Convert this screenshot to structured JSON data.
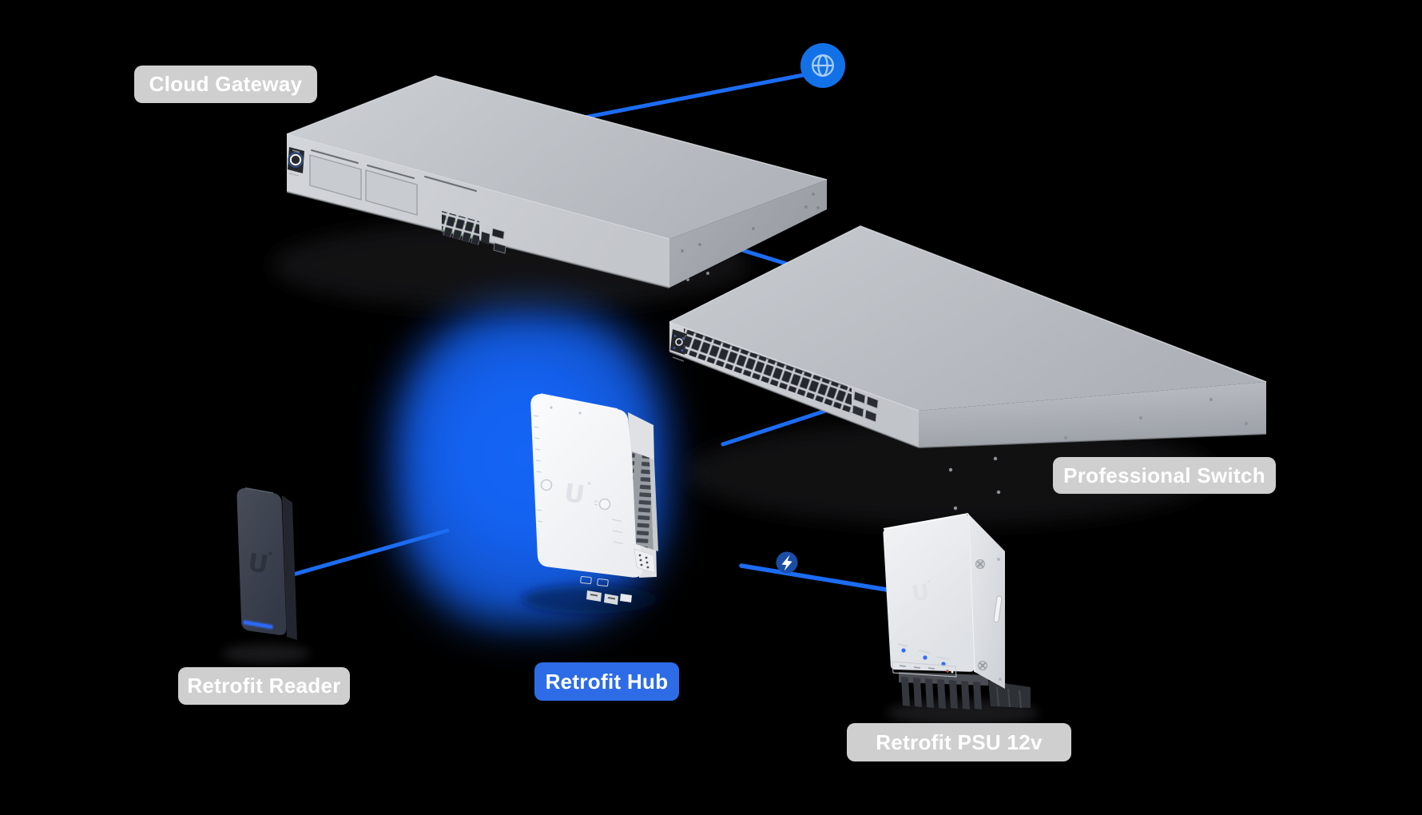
{
  "diagram": {
    "background_color": "#000000",
    "labels": {
      "cloud_gateway": "Cloud Gateway",
      "professional_switch": "Professional Switch",
      "retrofit_reader": "Retrofit Reader",
      "retrofit_hub": "Retrofit Hub",
      "retrofit_psu": "Retrofit PSU 12v"
    },
    "devices": [
      {
        "id": "cloud-gateway",
        "label": "Cloud Gateway"
      },
      {
        "id": "professional-switch",
        "label": "Professional Switch"
      },
      {
        "id": "retrofit-hub",
        "label": "Retrofit Hub",
        "highlighted": true
      },
      {
        "id": "retrofit-reader",
        "label": "Retrofit Reader"
      },
      {
        "id": "retrofit-psu",
        "label": "Retrofit PSU 12v"
      }
    ],
    "icons": {
      "internet": "globe-icon",
      "power": "lightning-bolt-icon",
      "brand": "ubiquiti-u-logo"
    },
    "connections": [
      {
        "from": "cloud-gateway",
        "to": "internet-globe"
      },
      {
        "from": "cloud-gateway",
        "to": "professional-switch"
      },
      {
        "from": "professional-switch",
        "to": "retrofit-hub"
      },
      {
        "from": "retrofit-reader",
        "to": "retrofit-hub"
      },
      {
        "from": "retrofit-hub",
        "to": "retrofit-psu",
        "via": "lightning-badge"
      }
    ],
    "colors": {
      "connection_line": "#1c6cf2",
      "globe_badge": "#1371e8",
      "lightning_badge": "#1c4da6",
      "hub_glow": "#1163f5",
      "hub_label_bg": "#2d6ce6",
      "device_label_bg": "#cfcfd0",
      "label_text": "#ffffff"
    }
  }
}
